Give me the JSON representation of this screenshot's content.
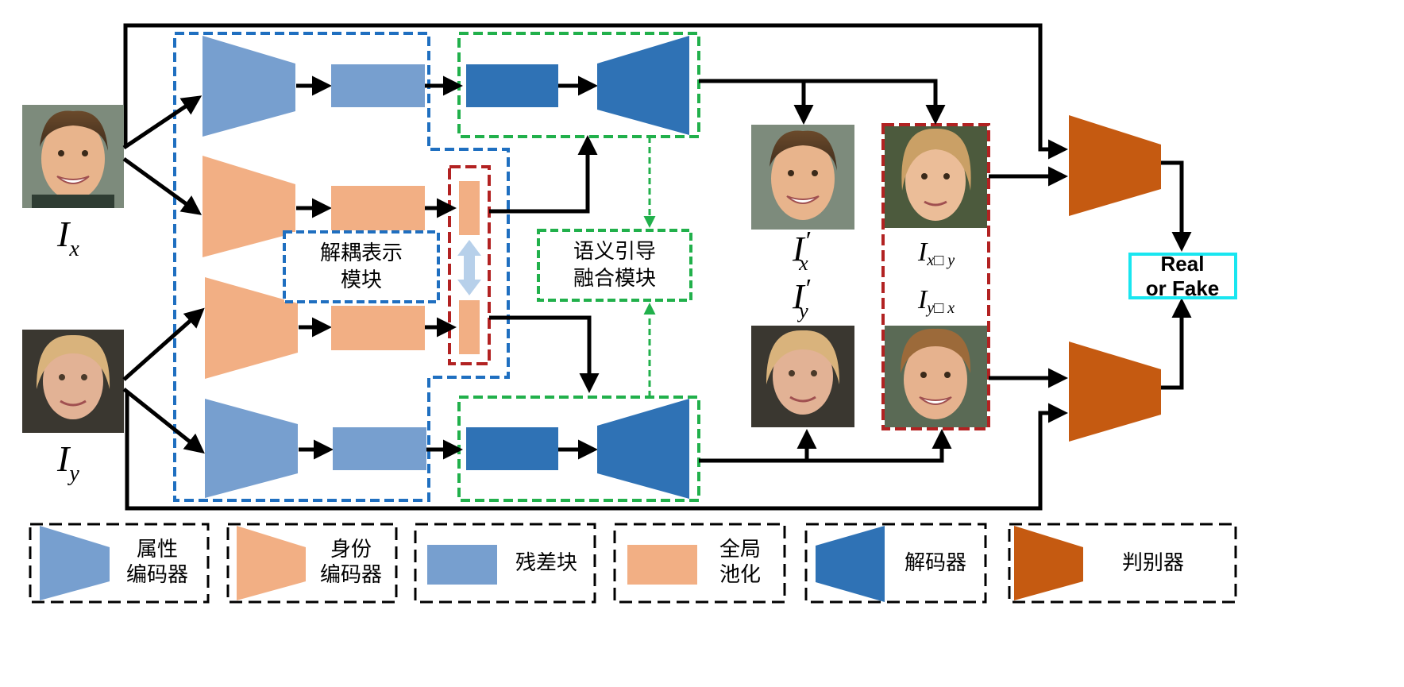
{
  "colors": {
    "attr_encoder": "#779fcf",
    "id_encoder": "#f2af84",
    "res_block": "#779fcf",
    "gap_block": "#f2af84",
    "decoder": "#2f72b5",
    "discriminator": "#c55a11",
    "blue_dashed": "#1f6fc0",
    "green_dashed": "#21b04b",
    "red_dashed": "#b22222",
    "cyan_box": "#19e6f0",
    "swap_arrow": "#b7d0ea"
  },
  "labels": {
    "ix_main": "I",
    "ix_sub": "x",
    "iy_main": "I",
    "iy_sub": "y",
    "ixp_main": "I",
    "ixp_sub": "x",
    "iyp_main": "I",
    "iyp_sub": "y",
    "prime": "′",
    "ixy_main": "I",
    "ixy_sub": "x□ y",
    "iyx_main": "I",
    "iyx_sub": "y□ x",
    "disentangle_line1": "解耦表示",
    "disentangle_line2": "模块",
    "semantic_line1": "语义引导",
    "semantic_line2": "融合模块",
    "real_or_fake_line1": "Real",
    "real_or_fake_line2": "or Fake"
  },
  "legend": [
    {
      "shape": "attr_encoder",
      "line1": "属性",
      "line2": "编码器"
    },
    {
      "shape": "id_encoder",
      "line1": "身份",
      "line2": "编码器"
    },
    {
      "shape": "res_block",
      "line1": "残差块",
      "line2": ""
    },
    {
      "shape": "gap_block",
      "line1": "全局",
      "line2": "池化"
    },
    {
      "shape": "decoder",
      "line1": "解码器",
      "line2": ""
    },
    {
      "shape": "discriminator",
      "line1": "判别器",
      "line2": ""
    }
  ]
}
